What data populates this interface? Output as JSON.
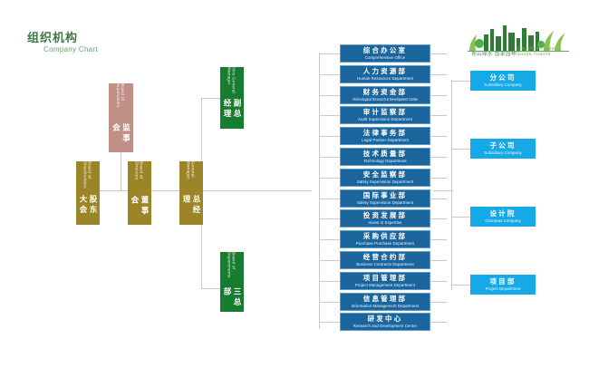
{
  "header": {
    "title_cn": "组织机构",
    "title_en": "Company Chart",
    "logo_cn": "青山绿水 国家园林",
    "logo_en": "Qingshan Lvshui · Guojia Yuanlin"
  },
  "colors": {
    "title": "#3f7a46",
    "supervisors": "#c08f85",
    "gold": "#9c8527",
    "green": "#167c2f",
    "department": "#1b659f",
    "subsidiary": "#16a9e8",
    "line": "#c9c9c9"
  },
  "governance": [
    {
      "id": "shareholders",
      "cn": "股东大会",
      "en": "Board of Shareholders",
      "color": "#9c8527"
    },
    {
      "id": "supervisors",
      "cn": "监事会",
      "en": "Board of Supervisors",
      "color": "#c08f85"
    },
    {
      "id": "directors",
      "cn": "董事会",
      "en": "Board of Directors",
      "color": "#9c8527"
    },
    {
      "id": "general-manager",
      "cn": "总经理",
      "en": "General Manager",
      "color": "#9c8527"
    }
  ],
  "managers": [
    {
      "id": "vice-general-manager",
      "cn": "副总经理",
      "en": "Vice General Manager",
      "color": "#167c2f"
    },
    {
      "id": "three-departments",
      "cn": "三总部",
      "en": "Board of Departments",
      "color": "#167c2f"
    }
  ],
  "departments": [
    {
      "cn": "综合办公室",
      "en": "Comprehensive Office"
    },
    {
      "cn": "人力资源部",
      "en": "Human Resources Department"
    },
    {
      "cn": "财务资金部",
      "en": "Technological Research & Development Center"
    },
    {
      "cn": "审计监察部",
      "en": "Audit Supervision Department"
    },
    {
      "cn": "法律事务部",
      "en": "Legal Partner Department"
    },
    {
      "cn": "技术质量部",
      "en": "Technology Department"
    },
    {
      "cn": "安全监察部",
      "en": "Safety Supervision Department"
    },
    {
      "cn": "国际事业部",
      "en": "Safety Supervision Department"
    },
    {
      "cn": "投资发展部",
      "en": "Invest in Expertise"
    },
    {
      "cn": "采购供应部",
      "en": "Purchase Purchase Department"
    },
    {
      "cn": "经营合约部",
      "en": "Business Contracts Department"
    },
    {
      "cn": "项目管理部",
      "en": "Project Management Department"
    },
    {
      "cn": "信息管理部",
      "en": "Information Management Department"
    },
    {
      "cn": "研发中心",
      "en": "Research and Development Center"
    }
  ],
  "subsidiaries": [
    {
      "cn": "分公司",
      "en": "Subsidiary Company"
    },
    {
      "cn": "子公司",
      "en": "Subsidiary Company"
    },
    {
      "cn": "设计院",
      "en": "Overseas Company"
    },
    {
      "cn": "项目部",
      "en": "Project Department"
    }
  ]
}
